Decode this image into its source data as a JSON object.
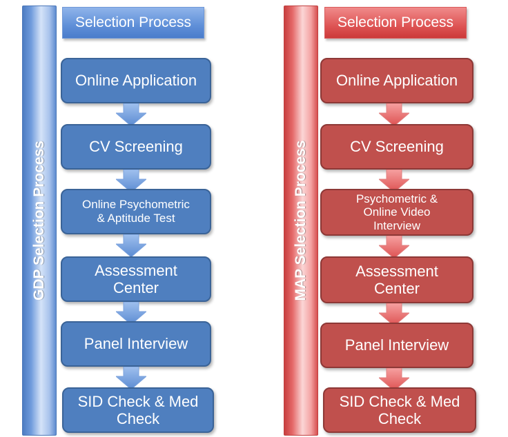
{
  "colors": {
    "blue": "#4f7fbf",
    "red": "#c0504d"
  },
  "gdp": {
    "side_label": "GDP Selection Process",
    "header": "Selection Process",
    "steps": [
      "Online Application",
      "CV Screening",
      "Online Psychometric\n& Aptitude Test",
      "Assessment\nCenter",
      "Panel Interview",
      "SID Check & Med\nCheck"
    ]
  },
  "map": {
    "side_label": "MAP Selection Process",
    "header": "Selection Process",
    "steps": [
      "Online Application",
      "CV Screening",
      "Psychometric &\nOnline Video\nInterview",
      "Assessment\nCenter",
      "Panel Interview",
      "SID Check & Med\nCheck"
    ]
  }
}
